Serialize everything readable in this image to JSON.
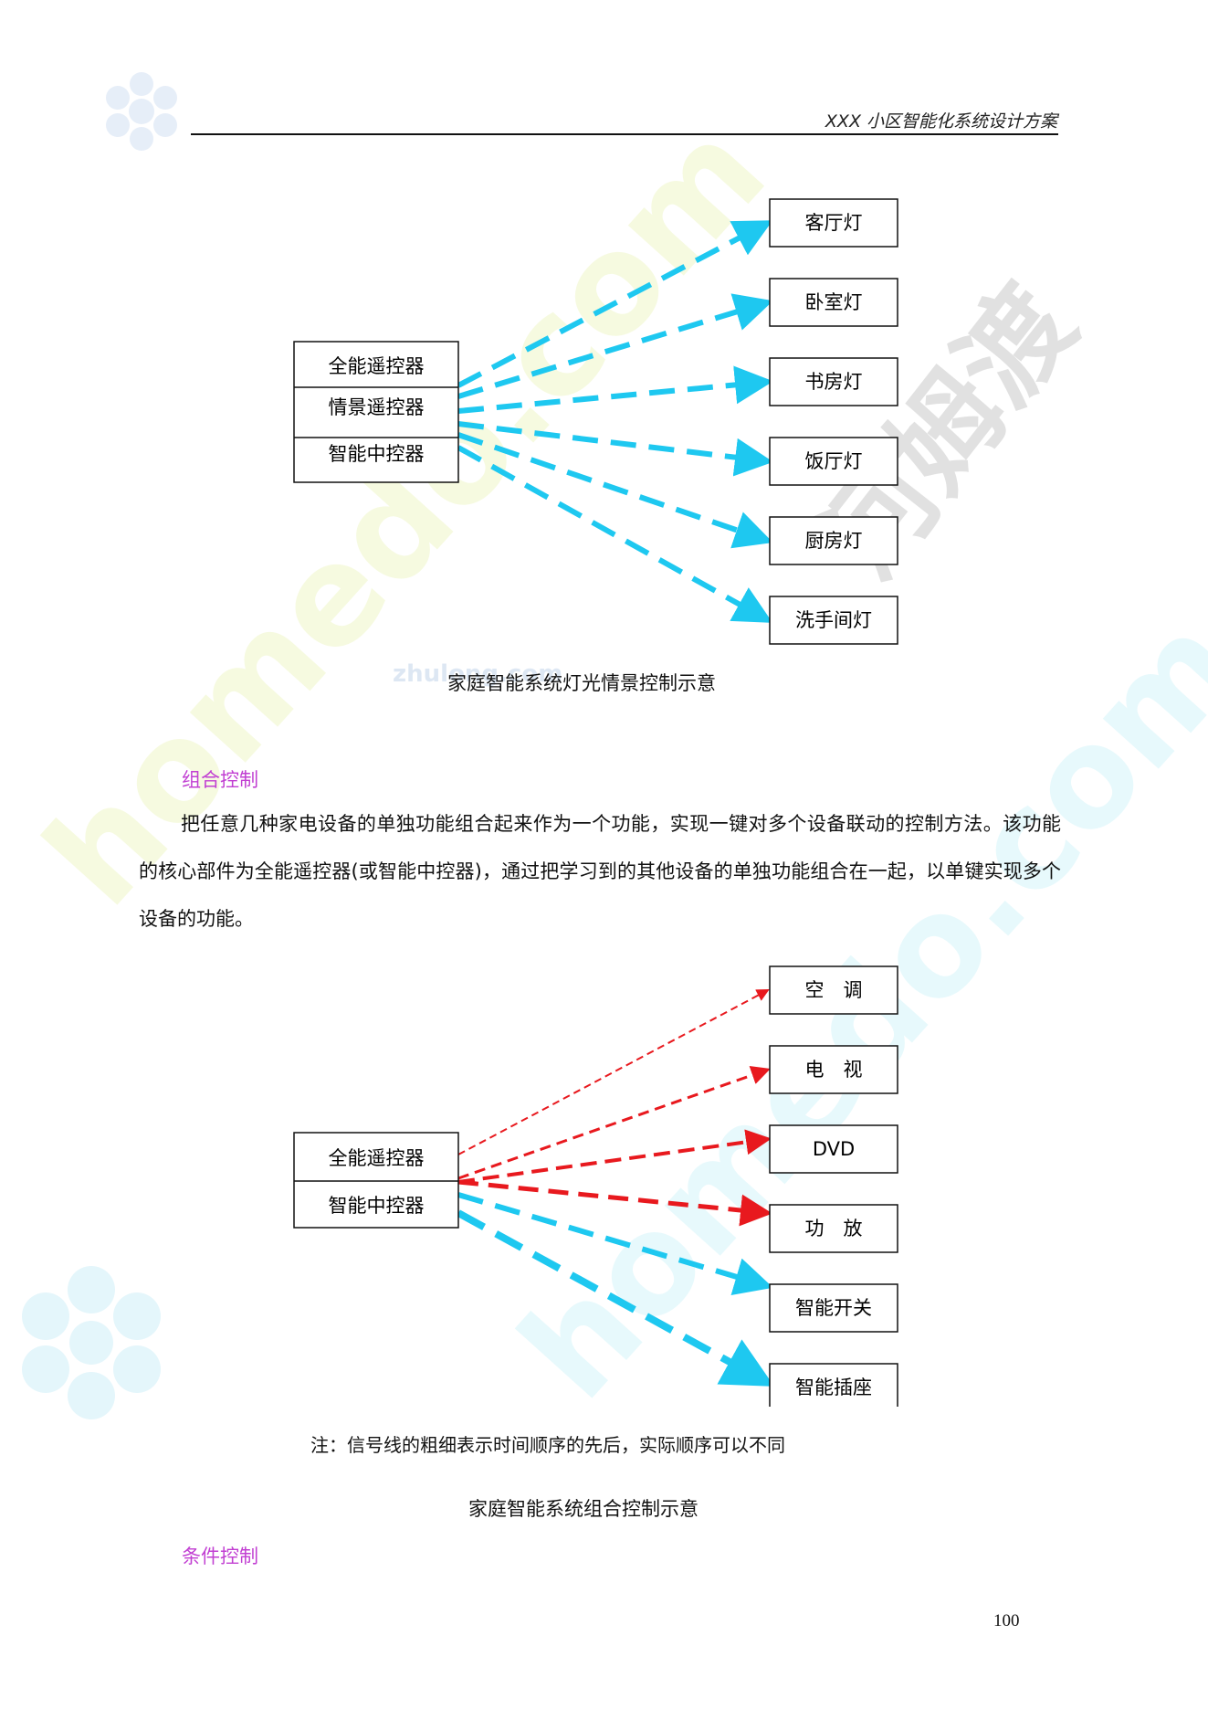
{
  "header": {
    "title": "XXX 小区智能化系统设计方案"
  },
  "diagram1": {
    "sources": [
      "全能遥控器",
      "情景遥控器",
      "智能中控器"
    ],
    "targets": [
      "客厅灯",
      "卧室灯",
      "书房灯",
      "饭厅灯",
      "厨房灯",
      "洗手间灯"
    ],
    "arrow_color": "#1ec8f0",
    "caption": "家庭智能系统灯光情景控制示意"
  },
  "section_combo": {
    "heading": "组合控制",
    "paragraph": "把任意几种家电设备的单独功能组合起来作为一个功能，实现一键对多个设备联动的控制方法。该功能的核心部件为全能遥控器(或智能中控器)，通过把学习到的其他设备的单独功能组合在一起，以单键实现多个设备的功能。"
  },
  "diagram2": {
    "sources": [
      "全能遥控器",
      "智能中控器"
    ],
    "targets": [
      "空　调",
      "电　视",
      "DVD",
      "功　放",
      "智能开关",
      "智能插座"
    ],
    "red_color": "#e8191e",
    "blue_color": "#1ec8f0",
    "note": "注：信号线的粗细表示时间顺序的先后，实际顺序可以不同",
    "caption": "家庭智能系统组合控制示意"
  },
  "section_condition": {
    "heading": "条件控制"
  },
  "watermarks": {
    "text_a": "homedo.com",
    "text_b": "河姆渡",
    "text_c": "zhulong.com"
  },
  "footer": {
    "page_number": "100"
  }
}
